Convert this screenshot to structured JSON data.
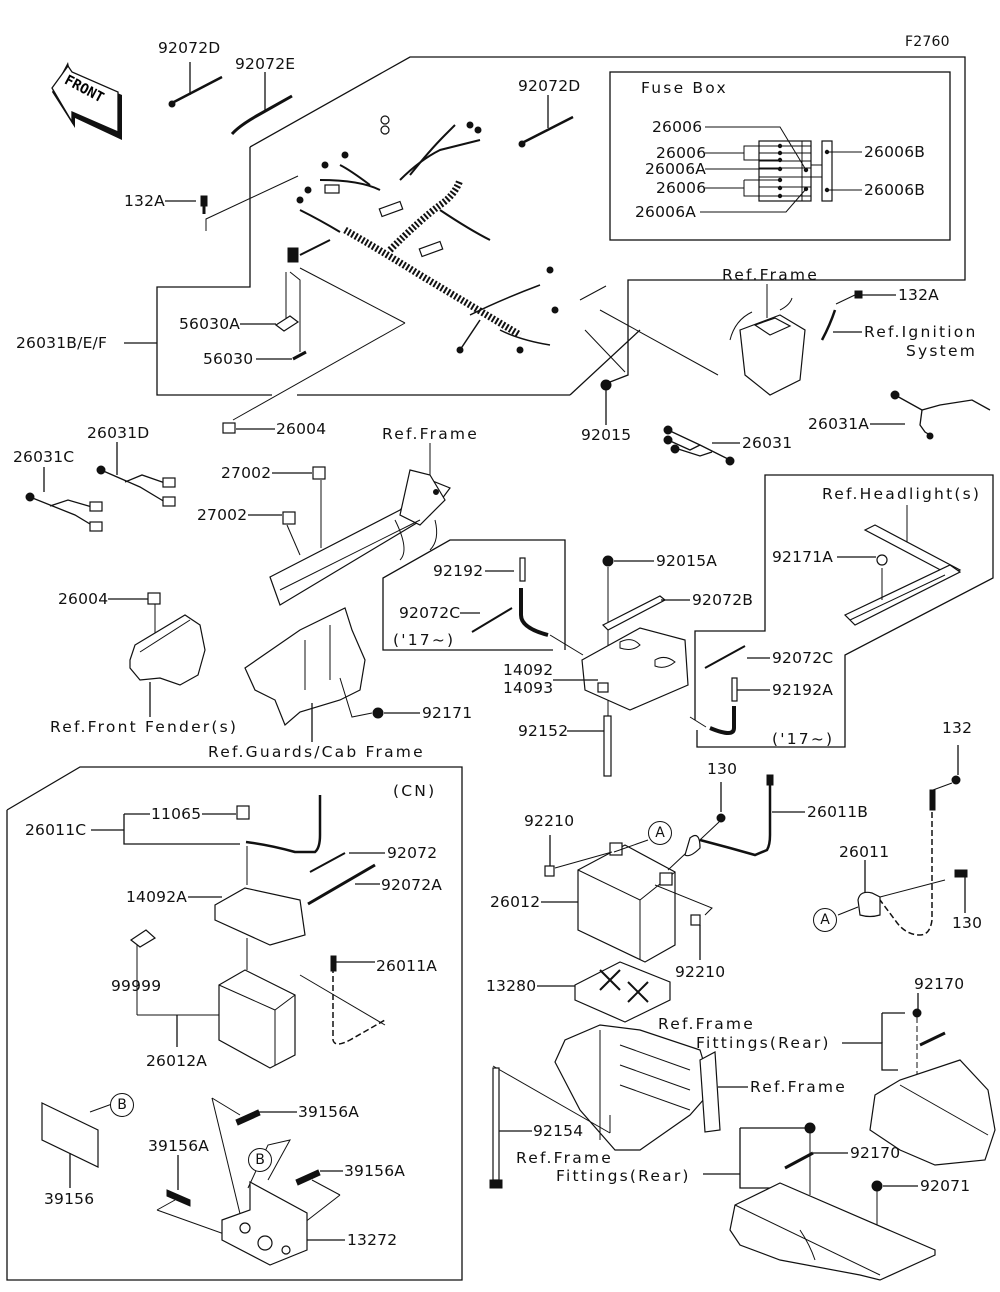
{
  "figure_id": "F2760",
  "front_arrow": {
    "label": "FRONT",
    "icon": "front-direction-arrow-icon"
  },
  "fuse_box": {
    "title": "Fuse Box",
    "left_labels": [
      "26006",
      "26006",
      "26006A",
      "26006",
      "26006A"
    ],
    "right_labels": [
      "26006B",
      "26006B"
    ]
  },
  "labels": {
    "p92072D_left": "92072D",
    "p92072E": "92072E",
    "p92072D_right": "92072D",
    "p132A_left": "132A",
    "p26031BEF": "26031B/E/F",
    "p56030A": "56030A",
    "p56030": "56030",
    "p26004_top": "26004",
    "p92015": "92015",
    "ref_frame_top": "Ref.Frame",
    "p132A_right": "132A",
    "ref_ignition_1": "Ref.Ignition",
    "ref_ignition_2": "System",
    "p26031A": "26031A",
    "p26031": "26031",
    "p26031D": "26031D",
    "p26031C": "26031C",
    "ref_frame_mid": "Ref.Frame",
    "p27002_a": "27002",
    "p27002_b": "27002",
    "p26004_bottom": "26004",
    "ref_front_fender": "Ref.Front Fender(s)",
    "ref_guards_cab": "Ref.Guards/Cab Frame",
    "p92171": "92171",
    "p92192": "92192",
    "p92072C_left": "92072C",
    "year_left": "('17~)",
    "p92015A": "92015A",
    "p92072B": "92072B",
    "p14092": "14092",
    "p14093": "14093",
    "p92152": "92152",
    "ref_headlights": "Ref.Headlight(s)",
    "p92171A": "92171A",
    "p92072C_right": "92072C",
    "p92192A": "92192A",
    "year_right": "('17~)",
    "p132": "132",
    "p130_top": "130",
    "p26011B": "26011B",
    "p92210_top": "92210",
    "callout_A_1": "A",
    "p26012": "26012",
    "p92210_bottom": "92210",
    "p26011": "26011",
    "callout_A_2": "A",
    "p130_bottom": "130",
    "p13280": "13280",
    "p92170_top": "92170",
    "ref_frame_fit_1a": "Ref.Frame",
    "ref_frame_fit_1b": "Fittings(Rear)",
    "ref_frame_right": "Ref.Frame",
    "p92154": "92154",
    "ref_frame_fit_2a": "Ref.Frame",
    "ref_frame_fit_2b": "Fittings(Rear)",
    "p92170_bottom": "92170",
    "p92071": "92071"
  },
  "cn_box": {
    "region": "(CN)",
    "p11065": "11065",
    "p26011C": "26011C",
    "p92072": "92072",
    "p92072A": "92072A",
    "p14092A": "14092A",
    "p99999": "99999",
    "p26011A": "26011A",
    "p26012A": "26012A",
    "callout_B_1": "B",
    "p39156": "39156",
    "p39156A_1": "39156A",
    "p39156A_2": "39156A",
    "callout_B_2": "B",
    "p39156A_3": "39156A",
    "p13272": "13272"
  }
}
